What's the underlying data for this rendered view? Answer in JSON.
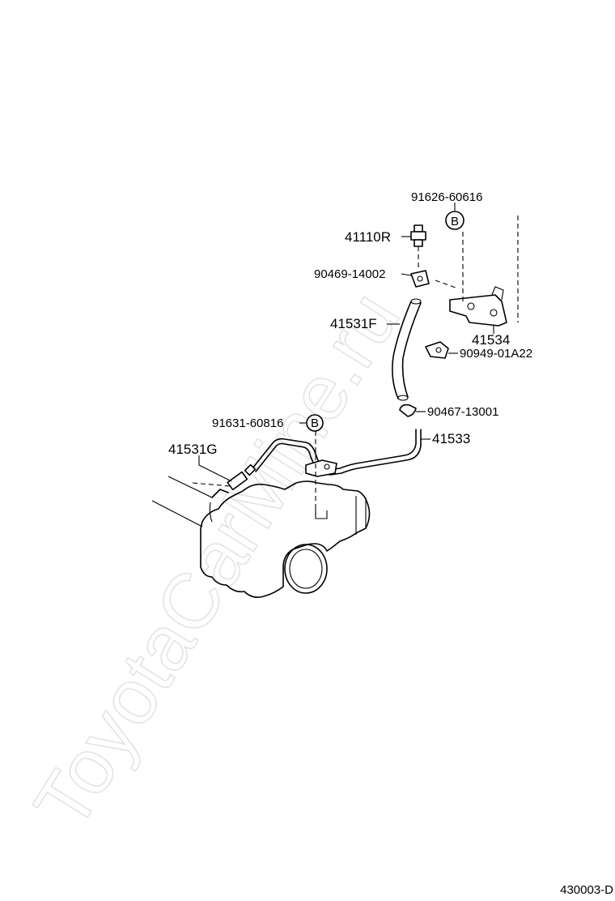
{
  "watermark": "ToyotaCarMine.ru",
  "diagram_code": "430003-D",
  "callouts": {
    "p91626_60616": "91626-60616",
    "ref_b_top": "B",
    "p41110R": "41110R",
    "p90469_14002": "90469-14002",
    "p41531F": "41531F",
    "p41534": "41534",
    "p90949_01A22": "90949-01A22",
    "p90467_13001": "90467-13001",
    "p91631_60816": "91631-60816",
    "ref_b_mid": "B",
    "p41533": "41533",
    "p41531G": "41531G"
  }
}
